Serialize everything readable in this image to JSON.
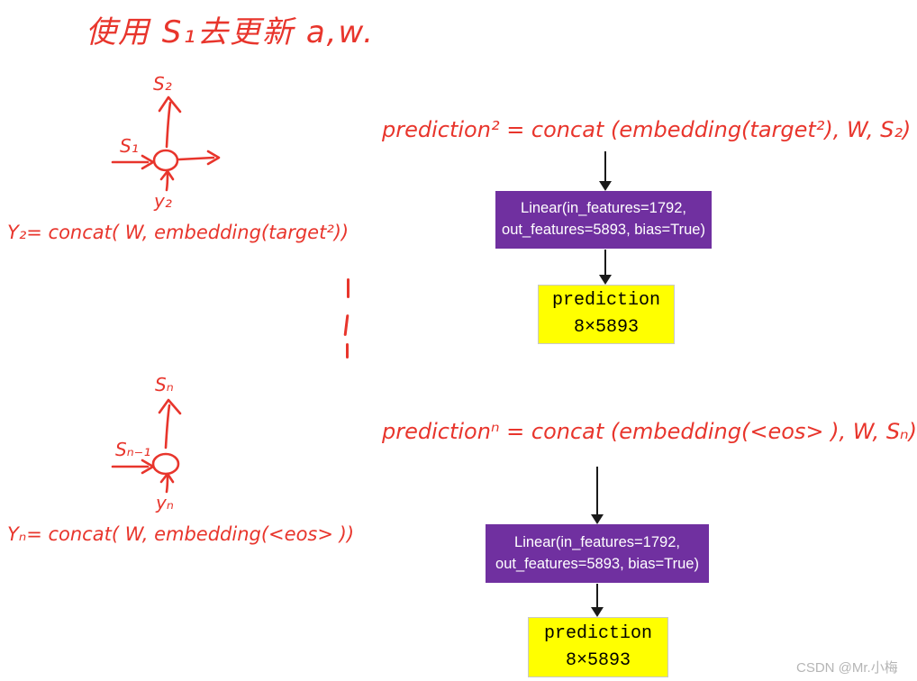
{
  "colors": {
    "ink_red": "#e8352c",
    "linear_box_bg": "#7030a0",
    "prediction_box_bg": "#ffff00",
    "arrow_black": "#1a1a1a",
    "watermark_gray": "#b5b5b5"
  },
  "title": "使用 S₁去更新 a,w.",
  "step2": {
    "cell": {
      "s_next": "S₂",
      "s_prev": "S₁",
      "y_in": "y₂"
    },
    "y_formula": "Y₂= concat( W, embedding(target²))",
    "prediction_formula": "prediction² = concat (embedding(target²), W, S₂)",
    "linear": {
      "line1": "Linear(in_features=1792,",
      "line2": "out_features=5893, bias=True)"
    },
    "prediction": {
      "line1": "prediction",
      "line2": "8×5893"
    }
  },
  "stepn": {
    "cell": {
      "s_next": "Sₙ",
      "s_prev": "Sₙ₋₁",
      "y_in": "yₙ"
    },
    "y_formula": "Yₙ= concat( W, embedding(<eos> ))",
    "prediction_formula": "predictionⁿ = concat (embedding(<eos> ), W, Sₙ)",
    "linear": {
      "line1": "Linear(in_features=1792,",
      "line2": "out_features=5893, bias=True)"
    },
    "prediction": {
      "line1": "prediction",
      "line2": "8×5893"
    }
  },
  "watermark": "CSDN @Mr.小梅"
}
